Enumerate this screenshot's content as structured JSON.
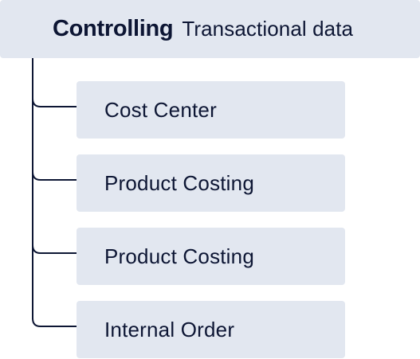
{
  "root": {
    "title": "Controlling",
    "subtitle": "Transactional data"
  },
  "children": [
    {
      "label": "Cost Center"
    },
    {
      "label": "Product Costing"
    },
    {
      "label": "Product Costing"
    },
    {
      "label": "Internal Order"
    }
  ],
  "colors": {
    "node_fill": "#e2e7f0",
    "text": "#0d1634",
    "connector": "#0d1634"
  }
}
